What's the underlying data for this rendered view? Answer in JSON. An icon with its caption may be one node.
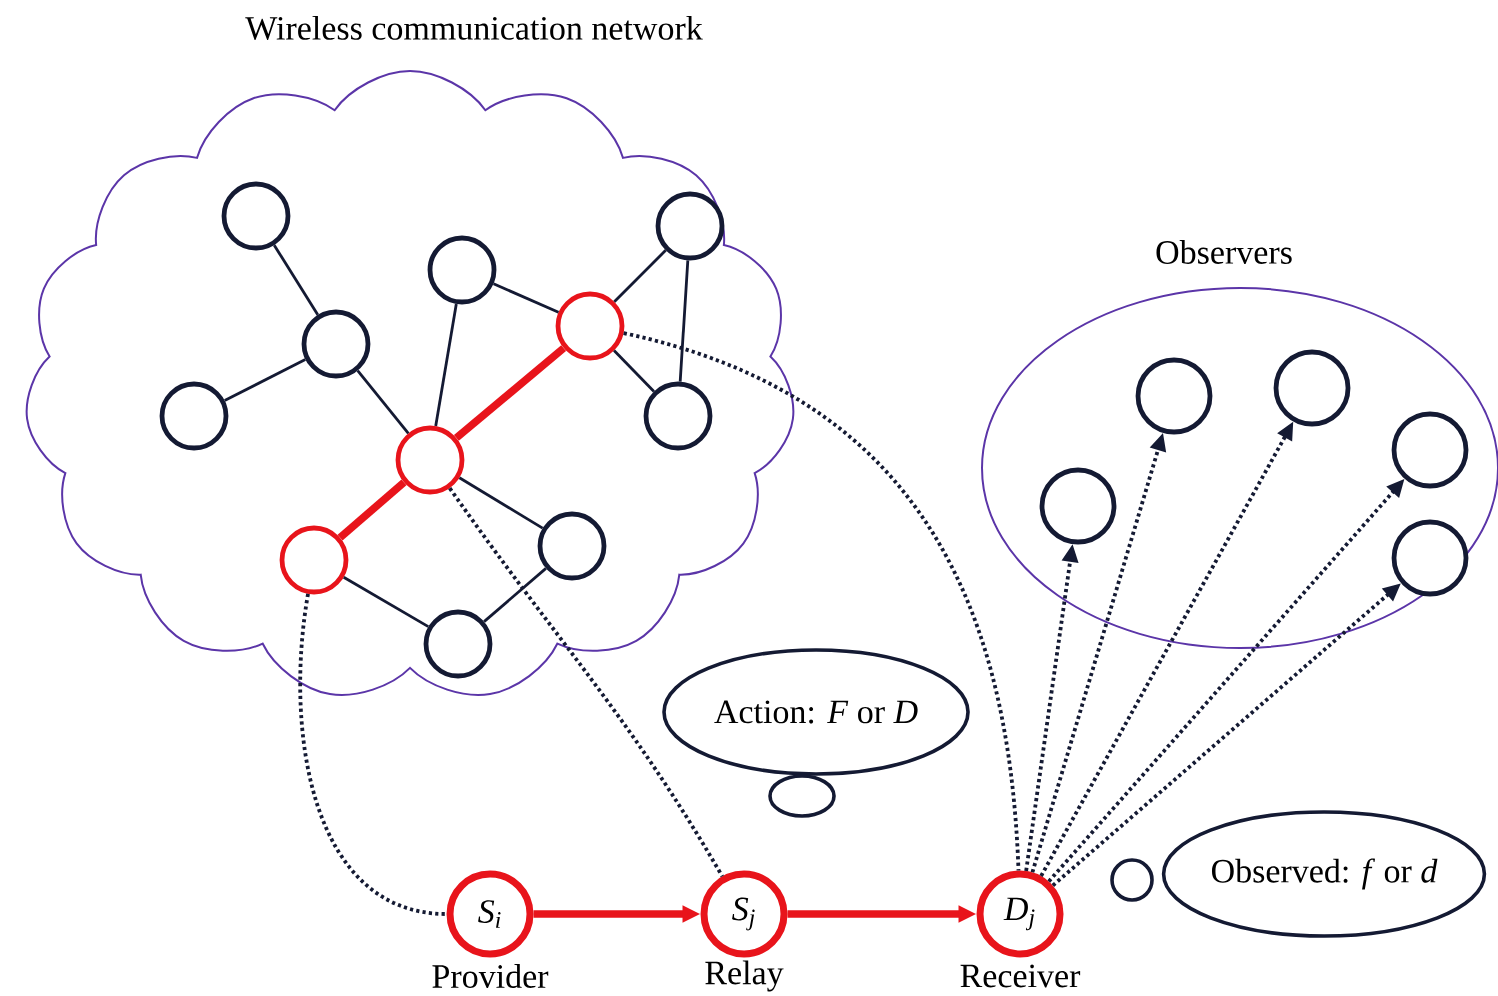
{
  "diagram": {
    "nodes": [
      {
        "text": [
          "Wireless communication network"
        ]
      },
      {
        "text": [],
        "shape": "circle",
        "in": 0
      },
      {
        "text": [],
        "shape": "circle",
        "in": 0
      },
      {
        "text": [],
        "shape": "circle",
        "in": 0
      },
      {
        "text": [],
        "shape": "circle",
        "in": 0
      },
      {
        "text": [],
        "shape": "circle",
        "in": 0
      },
      {
        "text": [],
        "shape": "circle",
        "in": 0
      },
      {
        "text": [],
        "shape": "circle",
        "in": 0
      },
      {
        "text": [],
        "shape": "circle",
        "in": 0
      },
      {
        "text": [],
        "shape": "circle",
        "in": 0
      },
      {
        "text": [],
        "shape": "circle",
        "in": 0
      },
      {
        "text": [],
        "shape": "circle",
        "in": 0
      },
      {
        "text": [
          "Observers"
        ]
      },
      {
        "text": [],
        "shape": "circle",
        "in": 12
      },
      {
        "text": [],
        "shape": "circle",
        "in": 12
      },
      {
        "text": [],
        "shape": "circle",
        "in": 12
      },
      {
        "text": [],
        "shape": "circle",
        "in": 12
      },
      {
        "text": [],
        "shape": "circle",
        "in": 12
      },
      {
        "text": [
          "Action: *F* or *D*"
        ]
      },
      {
        "text": [
          "S$_{i}$"
        ],
        "beside": [
          "Provider"
        ]
      },
      {
        "text": [
          "S$_{j}$"
        ],
        "beside": [
          "Relay"
        ]
      },
      {
        "text": [
          "D$_{j}$"
        ],
        "beside": [
          "Receiver"
        ]
      },
      {
        "text": [
          "Observed: *f* or *d*"
        ]
      }
    ],
    "edges": [
      {
        "from": 1,
        "to": 5,
        "arrow": "none"
      },
      {
        "from": 5,
        "to": 6,
        "arrow": "none"
      },
      {
        "from": 5,
        "to": 8,
        "arrow": "none"
      },
      {
        "from": 3,
        "to": 8,
        "arrow": "none"
      },
      {
        "from": 3,
        "to": 4,
        "arrow": "none"
      },
      {
        "from": 4,
        "to": 2,
        "arrow": "none"
      },
      {
        "from": 2,
        "to": 7,
        "arrow": "none"
      },
      {
        "from": 4,
        "to": 7,
        "arrow": "none"
      },
      {
        "from": 8,
        "to": 9,
        "arrow": "none"
      },
      {
        "from": 10,
        "to": 11,
        "arrow": "none"
      },
      {
        "from": 11,
        "to": 9,
        "arrow": "none"
      },
      {
        "from": 8,
        "to": 4,
        "arrow": "none",
        "style": "thick",
        "color": "#e8141b"
      },
      {
        "from": 10,
        "to": 8,
        "arrow": "none",
        "style": "thick",
        "color": "#e8141b"
      },
      {
        "from": 10,
        "to": 19,
        "arrow": "none",
        "style": "dashed"
      },
      {
        "from": 8,
        "to": 20,
        "arrow": "none",
        "style": "dashed"
      },
      {
        "from": 4,
        "to": 21,
        "arrow": "none",
        "style": "dashed"
      },
      {
        "from": 21,
        "to": 13,
        "arrow": "to",
        "style": "dashed"
      },
      {
        "from": 21,
        "to": 14,
        "arrow": "to",
        "style": "dashed"
      },
      {
        "from": 21,
        "to": 15,
        "arrow": "to",
        "style": "dashed"
      },
      {
        "from": 21,
        "to": 16,
        "arrow": "to",
        "style": "dashed"
      },
      {
        "from": 21,
        "to": 17,
        "arrow": "to",
        "style": "dashed"
      },
      {
        "from": 19,
        "to": 20,
        "arrow": "to",
        "style": "thick",
        "color": "#e8141b"
      },
      {
        "from": 20,
        "to": 21,
        "arrow": "to",
        "style": "thick",
        "color": "#e8141b"
      }
    ]
  }
}
